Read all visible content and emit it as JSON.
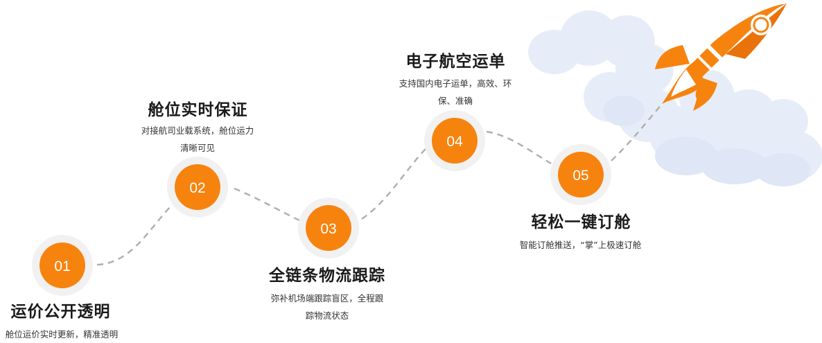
{
  "colors": {
    "accent": "#f7830f",
    "halo": "#f1f1f1",
    "path": "#b3b3b3",
    "cloud": "#e6ecf8",
    "rocket_body": "#ffffff",
    "rocket_orange": "#f58a1f"
  },
  "steps": [
    {
      "number": "01",
      "title": "运价公开透明",
      "desc": [
        "舱位运价实时更新，精准透明"
      ]
    },
    {
      "number": "02",
      "title": "舱位实时保证",
      "desc": [
        "对接航司业载系统，舱位运力",
        "清晰可见"
      ]
    },
    {
      "number": "03",
      "title": "全链条物流跟踪",
      "desc": [
        "弥补机场端跟踪盲区，全程跟",
        "踪物流状态"
      ]
    },
    {
      "number": "04",
      "title": "电子航空运单",
      "desc": [
        "支持国内电子运单，高效、环",
        "保、准确"
      ]
    },
    {
      "number": "05",
      "title": "轻松一键订舱",
      "desc": [
        "智能订舱推送，“掌”上极速订舱"
      ]
    }
  ],
  "decor": {
    "rocket_icon": "rocket-icon",
    "cloud_icon": "cloud-icon"
  }
}
